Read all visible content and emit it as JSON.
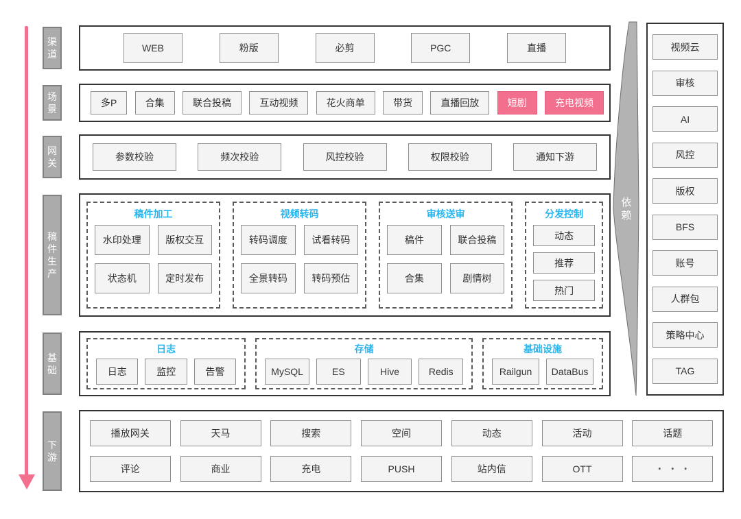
{
  "colors": {
    "accent_pink": "#f2708e",
    "accent_pink_border": "#e85c7c",
    "group_title_cyan": "#29b5ee",
    "layer_label_gray": "#ababab",
    "node_fill": "#f4f4f4",
    "node_border": "#8e8e8e",
    "frame_border": "#333333"
  },
  "flow_arrow": {
    "direction": "down",
    "color": "#f2708e"
  },
  "layers": [
    {
      "id": "channel",
      "label": "渠道",
      "kind": "plain",
      "items": [
        "WEB",
        "粉版",
        "必剪",
        "PGC",
        "直播"
      ]
    },
    {
      "id": "scene",
      "label": "场景",
      "kind": "plain",
      "items": [
        {
          "t": "多P"
        },
        {
          "t": "合集"
        },
        {
          "t": "联合投稿"
        },
        {
          "t": "互动视频"
        },
        {
          "t": "花火商单"
        },
        {
          "t": "带货"
        },
        {
          "t": "直播回放"
        },
        {
          "t": "短剧",
          "hot": true
        },
        {
          "t": "充电视频",
          "hot": true
        }
      ]
    },
    {
      "id": "gateway",
      "label": "网关",
      "kind": "plain",
      "items": [
        "参数校验",
        "频次校验",
        "风控校验",
        "权限校验",
        "通知下游"
      ]
    },
    {
      "id": "production",
      "label": "稿件生产",
      "kind": "grouped",
      "groups": [
        {
          "title": "稿件加工",
          "cols": 2,
          "items": [
            "水印处理",
            "版权交互",
            "状态机",
            "定时发布"
          ]
        },
        {
          "title": "视频转码",
          "cols": 2,
          "items": [
            "转码调度",
            "试看转码",
            "全景转码",
            "转码预估"
          ]
        },
        {
          "title": "审核送审",
          "cols": 2,
          "items": [
            "稿件",
            "联合投稿",
            "合集",
            "剧情树"
          ]
        },
        {
          "title": "分发控制",
          "cols": 1,
          "items": [
            "动态",
            "推荐",
            "热门"
          ]
        }
      ]
    },
    {
      "id": "foundation",
      "label": "基础",
      "kind": "grouped",
      "groups": [
        {
          "title": "日志",
          "cols": 0,
          "items": [
            "日志",
            "监控",
            "告警"
          ]
        },
        {
          "title": "存储",
          "cols": 0,
          "items": [
            "MySQL",
            "ES",
            "Hive",
            "Redis"
          ]
        },
        {
          "title": "基础设施",
          "cols": 0,
          "items": [
            "Railgun",
            "DataBus"
          ]
        }
      ]
    },
    {
      "id": "downstream",
      "label": "下游",
      "kind": "grid",
      "rows": [
        [
          "播放网关",
          "天马",
          "搜索",
          "空间",
          "动态",
          "活动",
          "话题"
        ],
        [
          "评论",
          "商业",
          "充电",
          "PUSH",
          "站内信",
          "OTT",
          "• • •"
        ]
      ]
    }
  ],
  "dependency": {
    "label": "依赖",
    "items": [
      "视频云",
      "审核",
      "AI",
      "风控",
      "版权",
      "BFS",
      "账号",
      "人群包",
      "策略中心",
      "TAG"
    ]
  }
}
